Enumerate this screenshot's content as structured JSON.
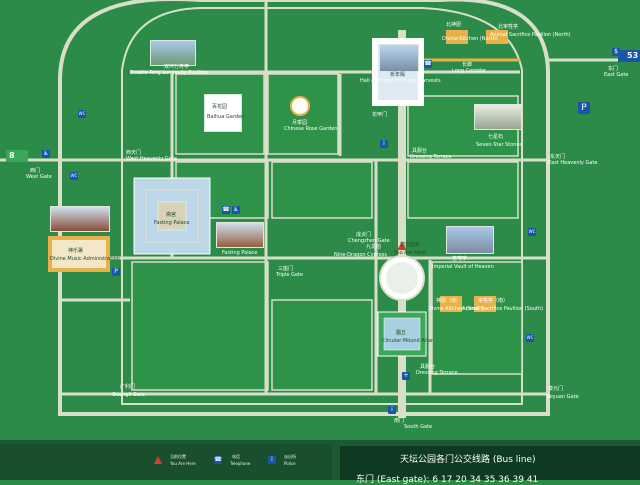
{
  "colors": {
    "map_green": "#2c8b48",
    "path": "#d8dfc9",
    "lawn_block": "#2e9248",
    "icon_blue": "#1a55a8",
    "footer": "#1d5a33",
    "gate_badge_left": "#3aa75a",
    "gate_badge_right": "#1a55a8"
  },
  "gates": {
    "west_gate_num": "8",
    "west_gate_cn": "西门",
    "west_gate_en": "West Gate",
    "west_heavenly_cn": "西天门",
    "west_heavenly_en": "West Heavenly Gate",
    "east_gate_num": "53",
    "east_gate_cn": "东门",
    "east_gate_en": "East Gate",
    "east_heavenly_cn": "东天门",
    "east_heavenly_en": "East Heavenly Gate",
    "south_gate_cn": "南门",
    "south_gate_en": "South Gate",
    "yuanyan_cn": "泰元门",
    "yuanyan_en": "Taiyuan Gate",
    "guangli_cn": "广利门",
    "guangli_en": "Guangli Gate",
    "triple_cn": "三座门",
    "triple_en": "Triple Gate",
    "chengzhen_cn": "成贞门",
    "chengzhen_en": "Chengzhen Gate"
  },
  "places": {
    "double_ring_cn": "双环万寿亭",
    "double_ring_en": "Double-Ring Longevity Pavilion",
    "baihua_cn": "百花园",
    "baihua_en": "Baihua Garden",
    "rose_cn": "月季园",
    "rose_en": "Chinese Rose Garden",
    "qiniandian_cn": "祈年殿",
    "qiniandian_en": "Hall of Prayer for Good Harvests",
    "dressing_cn": "具服台",
    "dressing_en": "Dressing Terrace",
    "flower_cn": "花甲门",
    "seven_star_cn": "七星石",
    "seven_star_en": "Seven-Star Stones",
    "divine_north_cn": "北神厨",
    "divine_north_en": "Divine Kitchen (North)",
    "sacrifice_north_cn": "北宰牲亭",
    "sacrifice_north_en": "Animal Sacrifice Pavilion (North)",
    "long_corridor_cn": "长廊",
    "long_corridor_en": "Long Corridor",
    "fasting_cn": "斋宫",
    "fasting_en": "Fasting Palace",
    "fasting2_en": "Fasting Palace",
    "divine_music_cn": "神乐署",
    "divine_music_en": "Divine Music Administration",
    "nine_cypress_cn": "九龙柏",
    "nine_cypress_en": "Nine-Dragon Cypress",
    "you_here_cn": "您在此处",
    "you_here_en": "You Are Here",
    "imperial_vault_cn": "皇穹宇",
    "imperial_vault_en": "Imperial Vault of Heaven",
    "divine_south_cn": "神厨（南）",
    "divine_south_en": "Divine Kitchen (South)",
    "sacrifice_south_cn": "宰牲亭（南）",
    "sacrifice_south_en": "Animal Sacrifice Pavilion (South)",
    "circular_cn": "圜丘",
    "circular_en": "Circular Mound Altar",
    "dressing2_cn": "具服台",
    "dressing2_en": "Dressing Terrace"
  },
  "legend": {
    "you_here_cn": "当前位置",
    "you_here_en": "You Are Here",
    "telephone_cn": "电话",
    "telephone_en": "Telephone",
    "police_cn": "派出所",
    "police_en": "Police"
  },
  "bus": {
    "title": "天坛公园各门公交线路   (Bus line)",
    "east_gate_line": "东门 (East gate):   6   17   20   34   35   36   39   41"
  },
  "icons": {
    "parking": "P",
    "info": "i",
    "wc": "WC",
    "shop": "$",
    "phone": "☎",
    "access": "♿",
    "first_aid": "+"
  }
}
